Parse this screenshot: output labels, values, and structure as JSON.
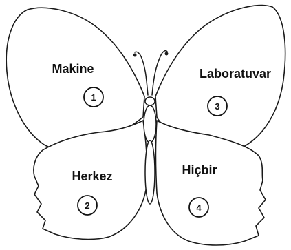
{
  "wings": [
    {
      "id": "upper-left",
      "word": "Makine",
      "number": "1"
    },
    {
      "id": "lower-left",
      "word": "Herkez",
      "number": "2"
    },
    {
      "id": "upper-right",
      "word": "Laboratuvar",
      "number": "3"
    },
    {
      "id": "lower-right",
      "word": "Hiçbir",
      "number": "4"
    }
  ]
}
